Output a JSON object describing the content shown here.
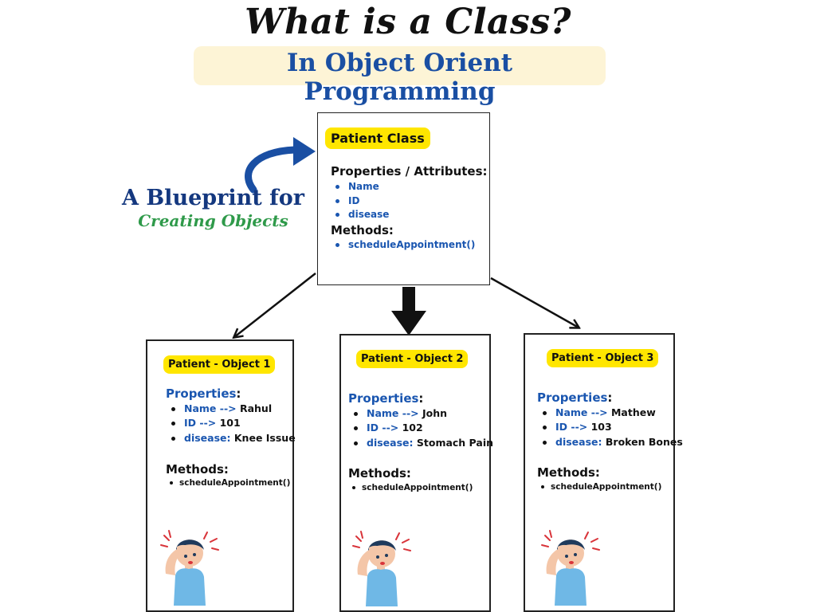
{
  "title": "What is a Class?",
  "subtitle": "In Object Orient Programming",
  "blueprint": {
    "line1": "A Blueprint for",
    "line2": "Creating Objects"
  },
  "class_box": {
    "tag": "Patient Class",
    "properties_heading": "Properties / Attributes:",
    "properties": [
      "Name",
      "ID",
      "disease"
    ],
    "methods_heading": "Methods:",
    "methods": [
      "scheduleAppointment()"
    ]
  },
  "objects": [
    {
      "tag": "Patient - Object 1",
      "properties_heading": "Properties",
      "properties": [
        {
          "key": "Name -->",
          "value": "Rahul"
        },
        {
          "key": "ID -->",
          "value": "101"
        },
        {
          "key": "disease:",
          "value": "Knee Issue"
        }
      ],
      "methods_heading": "Methods:",
      "methods": [
        "scheduleAppointment()"
      ]
    },
    {
      "tag": "Patient - Object 2",
      "properties_heading": "Properties",
      "properties": [
        {
          "key": "Name -->",
          "value": "John"
        },
        {
          "key": "ID -->",
          "value": "102"
        },
        {
          "key": "disease:",
          "value": "Stomach Pain"
        }
      ],
      "methods_heading": "Methods:",
      "methods": [
        "scheduleAppointment()"
      ]
    },
    {
      "tag": "Patient - Object 3",
      "properties_heading": "Properties",
      "properties": [
        {
          "key": "Name -->",
          "value": "Mathew"
        },
        {
          "key": "ID -->",
          "value": "103"
        },
        {
          "key": "disease:",
          "value": "Broken Bones"
        }
      ],
      "methods_heading": "Methods:",
      "methods": [
        "scheduleAppointment()"
      ]
    }
  ],
  "colors": {
    "tag_yellow": "#ffe600",
    "title_blue": "#1a4fa3",
    "blueprint_navy": "#14387f",
    "blueprint_green": "#2f9a4a",
    "property_blue": "#1a56b0"
  },
  "icons": [
    "curved-arrow-icon",
    "down-arrow-icon",
    "sick-patient-illustration"
  ]
}
